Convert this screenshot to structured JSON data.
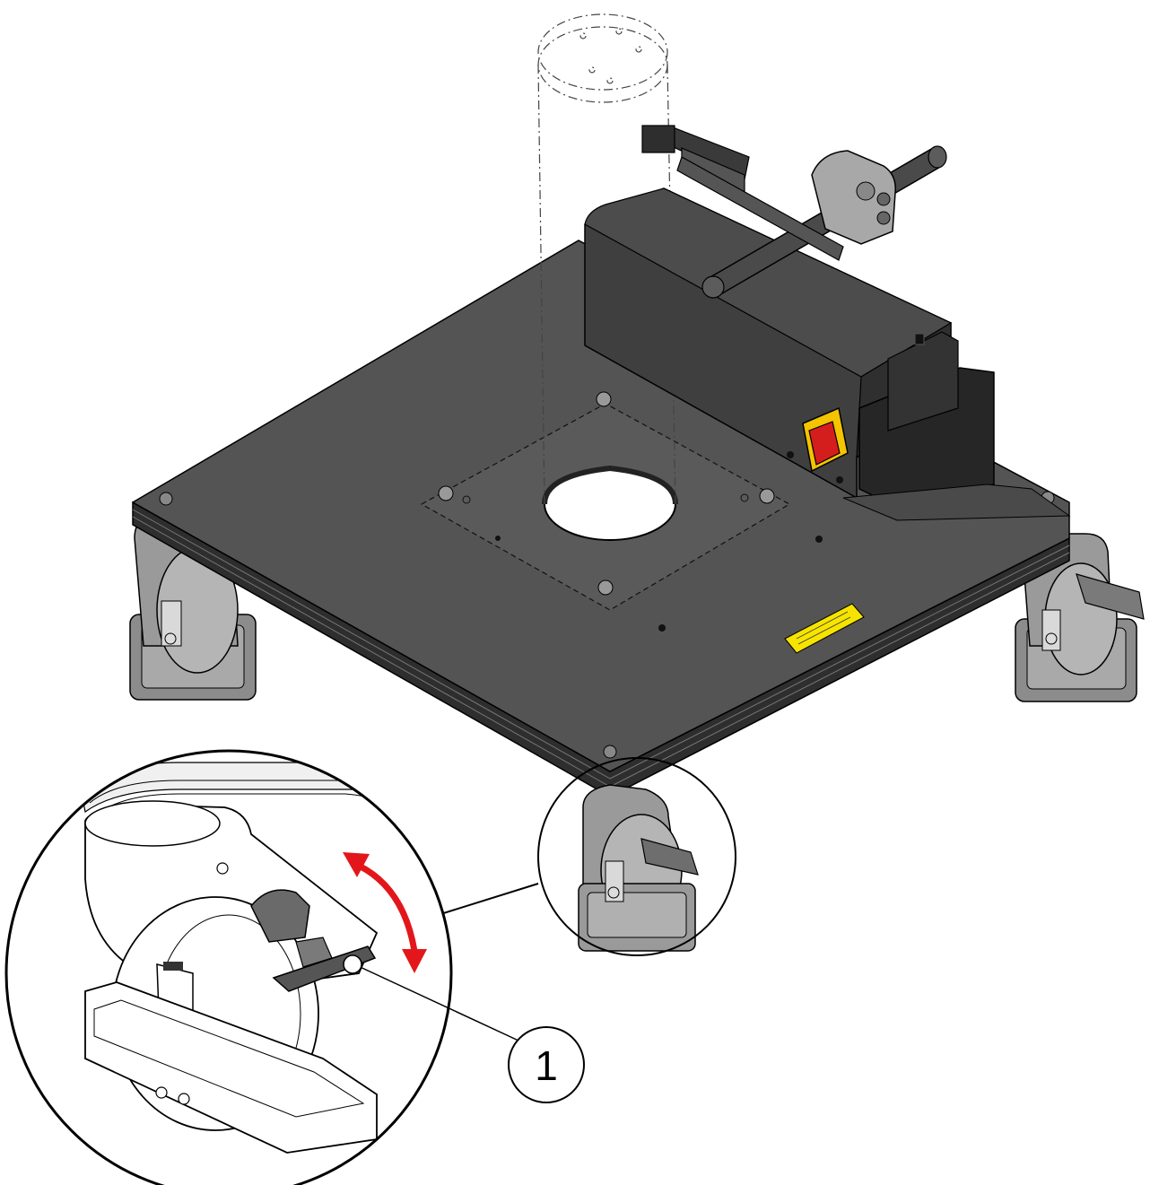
{
  "callouts": [
    {
      "label": "1"
    }
  ],
  "colors": {
    "background": "#ffffff",
    "platform_top": "#545454",
    "platform_edge": "#2e2e2e",
    "housing": "#3f3f3f",
    "housing_dark": "#262626",
    "caster": "#9a9a9a",
    "caster_dark": "#6e6e6e",
    "switch_red": "#d41e1e",
    "switch_yellow": "#f4c400",
    "warning_label": "#f6e400",
    "arrow_red": "#e3171b",
    "line": "#000000"
  },
  "icons": {
    "motion_indicator": "double-headed-curved-arrow",
    "callout_marker": "numbered-circle"
  }
}
